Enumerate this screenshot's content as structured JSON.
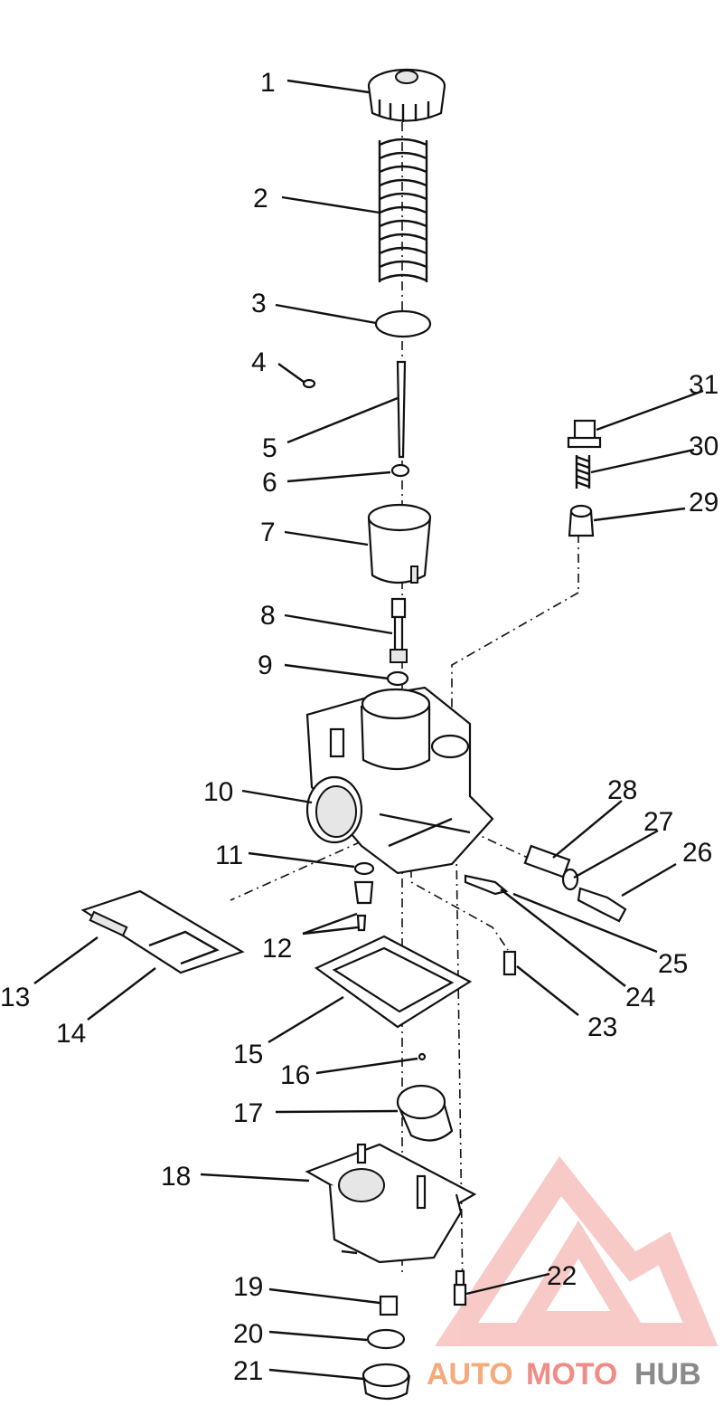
{
  "diagram": {
    "labels": [
      "1",
      "2",
      "3",
      "4",
      "5",
      "6",
      "7",
      "8",
      "9",
      "10",
      "11",
      "12",
      "13",
      "14",
      "15",
      "16",
      "17",
      "18",
      "19",
      "20",
      "21",
      "22",
      "23",
      "24",
      "25",
      "26",
      "27",
      "28",
      "29",
      "30",
      "31"
    ]
  },
  "watermark": {
    "part1": "AUTO",
    "part2": "MOTO",
    "part3": "HUB",
    "colors": {
      "auto": "#f6a97a",
      "moto": "#f08c86",
      "hub": "#8a8a8a",
      "triangle": "#f4a09a"
    }
  }
}
